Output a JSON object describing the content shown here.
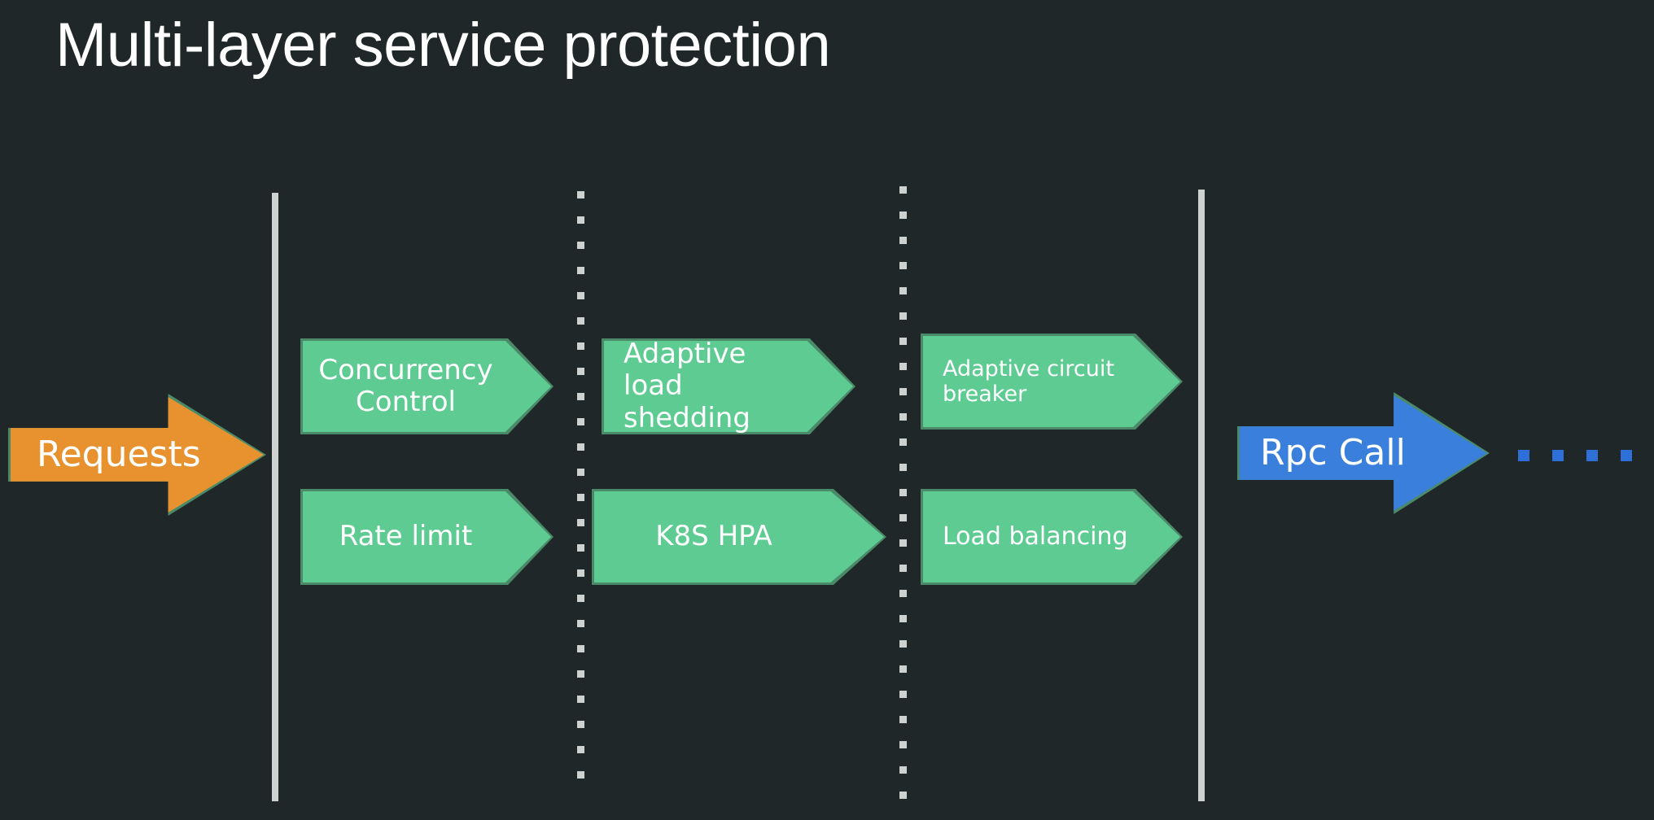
{
  "slide": {
    "title": "Multi-layer service protection",
    "background_color": "#1f2728"
  },
  "colors": {
    "background": "#1f2728",
    "title_text": "#ffffff",
    "green_fill": "#5ecb92",
    "green_outline": "#4a8a68",
    "orange_fill": "#e8922f",
    "blue_fill": "#3b7fdd",
    "rule_gray": "#cdd1d0",
    "dot_blue": "#2f6fd8",
    "label_text": "#ffffff"
  },
  "input_arrow": {
    "label": "Requests",
    "fill": "#e8922f",
    "outline": "#4a8a68",
    "shape": "block-arrow-right"
  },
  "output_arrow": {
    "label": "Rpc Call",
    "fill": "#3b7fdd",
    "outline": "#4a8a68",
    "shape": "block-arrow-right"
  },
  "trailing_dots": {
    "count": 4,
    "color": "#2f6fd8",
    "shape": "square"
  },
  "dividers": [
    {
      "name": "boundary-left",
      "style": "solid",
      "color": "#cdd1d0"
    },
    {
      "name": "stage-divider-1",
      "style": "dotted",
      "color": "#cdd1d0"
    },
    {
      "name": "stage-divider-2",
      "style": "dotted",
      "color": "#cdd1d0"
    },
    {
      "name": "boundary-right",
      "style": "solid",
      "color": "#cdd1d0"
    }
  ],
  "stages": [
    {
      "name": "stage-1",
      "top": {
        "label": "Concurrency Control",
        "align": "center",
        "font_size": 34
      },
      "bottom": {
        "label": "Rate limit",
        "align": "center",
        "font_size": 34
      }
    },
    {
      "name": "stage-2",
      "top": {
        "label": "Adaptive load shedding",
        "align": "left",
        "font_size": 34
      },
      "bottom": {
        "label": "K8S HPA",
        "align": "center",
        "font_size": 34
      }
    },
    {
      "name": "stage-3",
      "top": {
        "label": "Adaptive circuit breaker",
        "align": "left",
        "font_size": 27
      },
      "bottom": {
        "label": "Load balancing",
        "align": "left",
        "font_size": 30
      }
    }
  ]
}
